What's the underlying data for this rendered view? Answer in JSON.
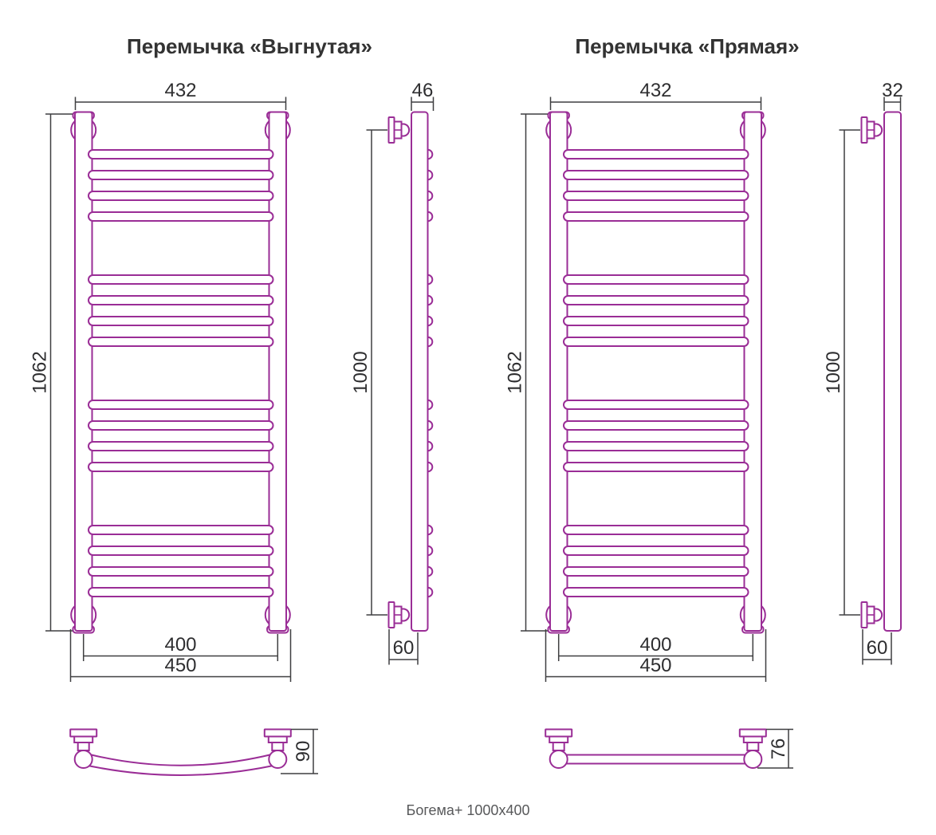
{
  "colors": {
    "product_line": "#9A2D96",
    "dimension_line": "#3F3F41",
    "title_text": "#333333",
    "dimension_text": "#2E2E30",
    "caption_text": "#58595B",
    "background": "#FFFFFF"
  },
  "caption": "Богема+ 1000x400",
  "curved": {
    "title": "Перемычка «Выгнутая»",
    "dims": {
      "top_width": "432",
      "side_depth": "46",
      "height_overall": "1062",
      "side_height": "1000",
      "bottom_center_distance": "400",
      "bottom_overall_width": "450",
      "side_wall_offset": "60",
      "plan_depth": "90"
    }
  },
  "straight": {
    "title": "Перемычка «Прямая»",
    "dims": {
      "top_width": "432",
      "side_depth": "32",
      "height_overall": "1062",
      "side_height": "1000",
      "bottom_center_distance": "400",
      "bottom_overall_width": "450",
      "side_wall_offset": "60",
      "plan_depth": "76"
    }
  }
}
